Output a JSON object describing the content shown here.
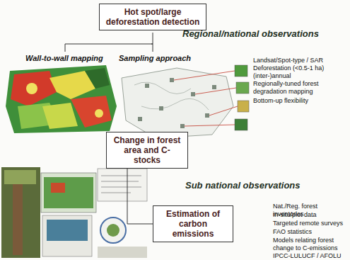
{
  "diagram": {
    "nodes": [
      {
        "text": [
          "Hot spot/large deforestation detection"
        ]
      },
      {
        "text": [
          "Change in forest area and C-stocks"
        ]
      },
      {
        "text": [
          "Estimation of carbon emissions"
        ]
      }
    ],
    "edges": [
      {
        "from": 1,
        "to": 2,
        "arrow": "none"
      }
    ],
    "labels": [
      "Regional/national observations",
      "Wall-to-wall mapping",
      "Sampling approach",
      "Landsat/Spot-type / SAR",
      "Deforestation (<0.5-1 ha)",
      "(inter-)annual",
      "Regionally-tuned forest degradation mapping",
      "Bottom-up flexibility",
      "Sub national observations",
      "Nat./Reg. forest inventories",
      "In-situ/plot data",
      "Targeted remote surveys",
      "FAO statistics",
      "Models relating forest change to C-emissions",
      "IPCC-LULUCF / AFOLU"
    ]
  }
}
